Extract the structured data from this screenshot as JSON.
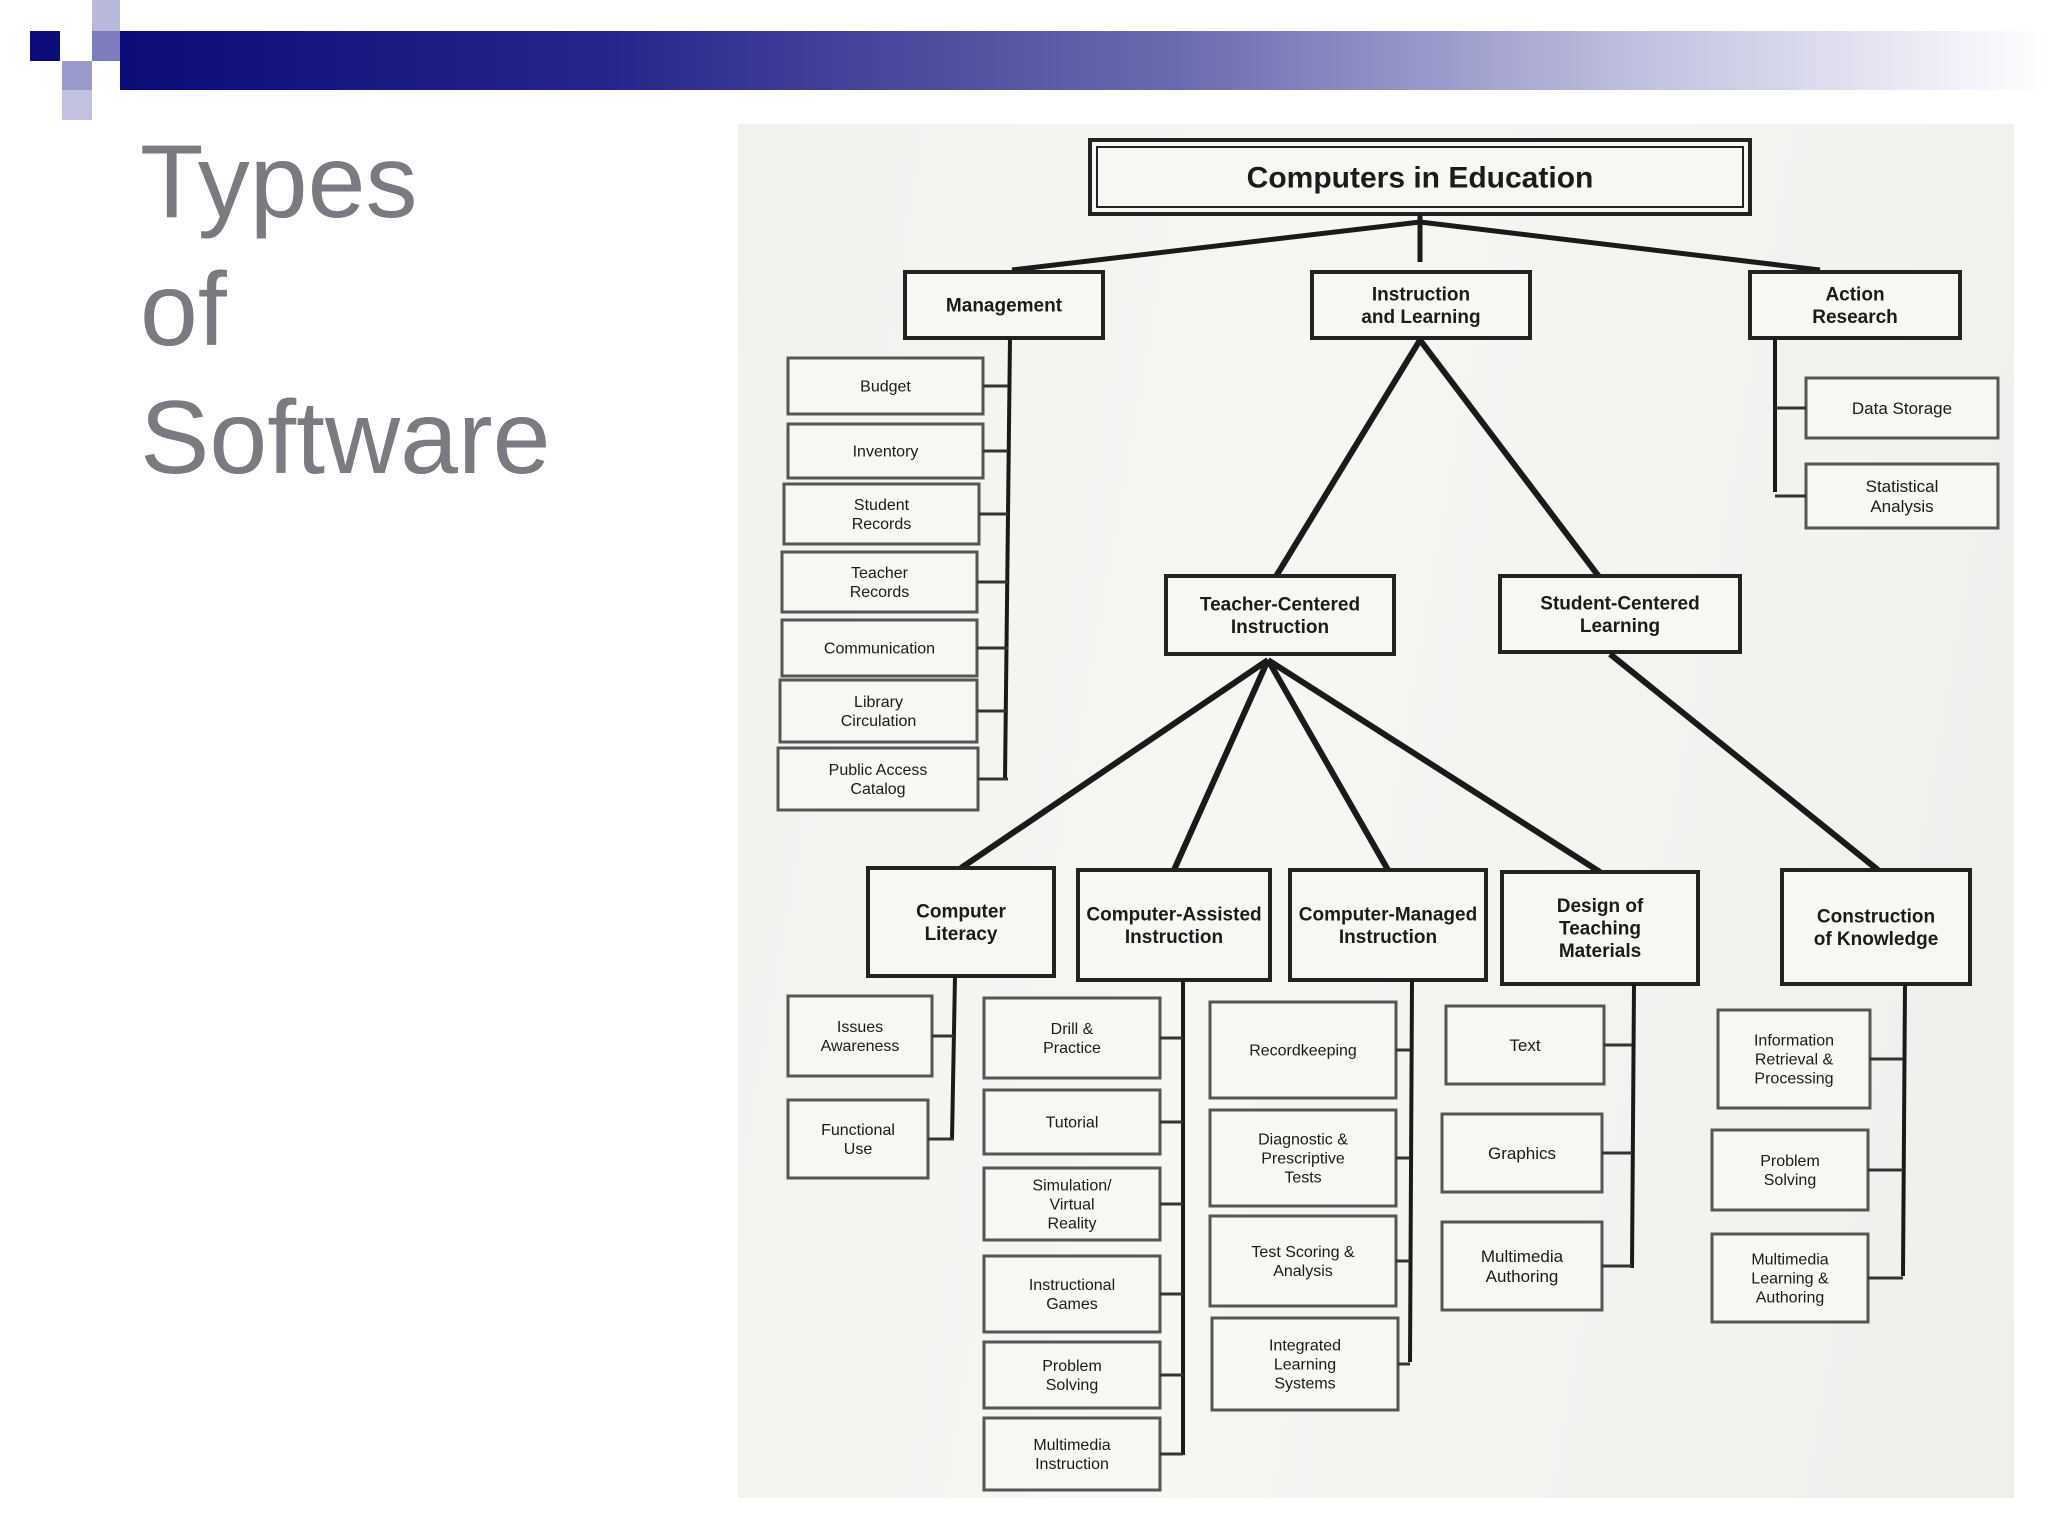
{
  "slide": {
    "title_lines": [
      "Types",
      "of",
      "Software"
    ]
  },
  "diagram": {
    "root": "Computers in Education",
    "level1": [
      "Management",
      "Instruction and Learning",
      "Action Research"
    ],
    "management_items": [
      "Budget",
      "Inventory",
      "Student Records",
      "Teacher Records",
      "Communication",
      "Library Circulation",
      "Public Access Catalog"
    ],
    "action_research_items": [
      "Data Storage",
      "Statistical Analysis"
    ],
    "level2": [
      "Teacher-Centered Instruction",
      "Student-Centered Learning"
    ],
    "level3": [
      "Computer Literacy",
      "Computer-Assisted Instruction",
      "Computer-Managed Instruction",
      "Design of Teaching Materials",
      "Construction of Knowledge"
    ],
    "computer_literacy_items": [
      "Issues Awareness",
      "Functional Use"
    ],
    "cai_items": [
      "Drill & Practice",
      "Tutorial",
      "Simulation/ Virtual Reality",
      "Instructional Games",
      "Problem Solving",
      "Multimedia Instruction"
    ],
    "cmi_items": [
      "Recordkeeping",
      "Diagnostic & Prescriptive Tests",
      "Test Scoring & Analysis",
      "Integrated Learning Systems"
    ],
    "design_items": [
      "Text",
      "Graphics",
      "Multimedia Authoring"
    ],
    "construction_items": [
      "Information Retrieval & Processing",
      "Problem Solving",
      "Multimedia Learning & Authoring"
    ]
  }
}
